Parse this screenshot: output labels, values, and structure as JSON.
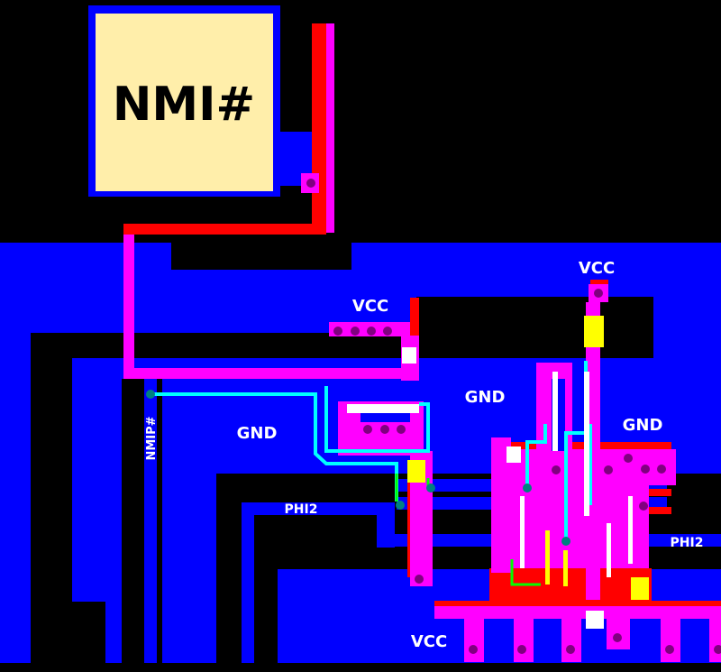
{
  "view": {
    "title": "Chip layout view — NMI# input pad",
    "colors": {
      "background": "#000000",
      "metal": "#0000ff",
      "polysilicon": "#ff0000",
      "diffusion": "#ff00ff",
      "highlight_node": "#00ffff",
      "highlight_node_alt": "#00ff00",
      "transistor_on": "#ffff00",
      "pad_fill": "#ffeeaa",
      "contact": "#800080",
      "buried_contact": "#008080",
      "label_text": "#ffffff"
    }
  },
  "pad": {
    "label": "NMI#"
  },
  "labels": {
    "vcc_upper_left": "VCC",
    "vcc_upper_right": "VCC",
    "vcc_bottom": "VCC",
    "gnd_left": "GND",
    "gnd_center": "GND",
    "gnd_right": "GND",
    "phi2_left": "PHI2",
    "phi2_right": "PHI2",
    "nmip_node": "NMIP#"
  }
}
